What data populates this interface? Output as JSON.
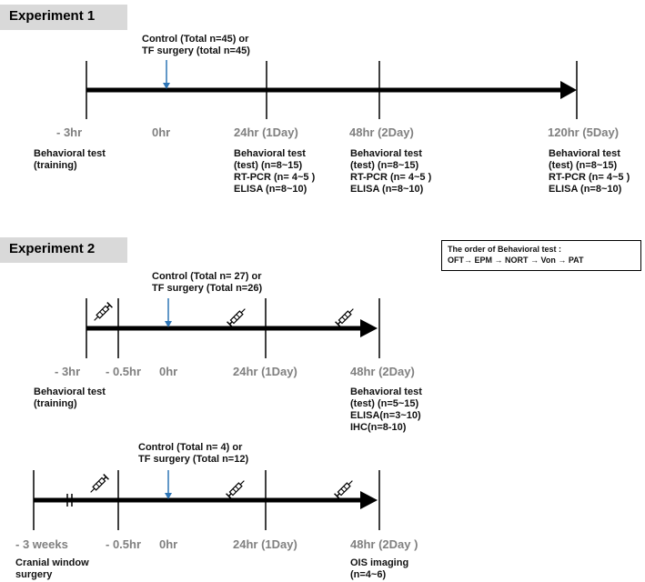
{
  "experiment1": {
    "badge": "Experiment 1",
    "surgery_label": [
      "Control (Total  n=45) or",
      "TF surgery (total n=45)"
    ],
    "ticks": [
      "- 3hr",
      "0hr",
      "24hr (1Day)",
      "48hr (2Day)",
      "120hr (5Day)"
    ],
    "notes": {
      "pre": [
        "Behavioral test",
        "(training)"
      ],
      "day1": [
        "Behavioral test",
        "(test) (n=8~15)",
        "RT-PCR (n= 4~5 )",
        "ELISA  (n=8~10)"
      ],
      "day2": [
        "Behavioral test",
        "(test) (n=8~15)",
        "RT-PCR (n= 4~5 )",
        "ELISA  (n=8~10)"
      ],
      "day5": [
        "Behavioral test",
        "(test) (n=8~15)",
        "RT-PCR (n= 4~5 )",
        "ELISA  (n=8~10)"
      ]
    }
  },
  "experiment2": {
    "badge": "Experiment 2",
    "order_box": [
      "The order of Behavioral test :",
      "OFT→ EPM → NORT → Von  →  PAT"
    ],
    "timeline_a": {
      "surgery_label": [
        "Control (Total  n= 27) or",
        "TF surgery (Total n=26)"
      ],
      "ticks": [
        "- 3hr",
        "- 0.5hr",
        "0hr",
        "24hr (1Day)",
        "48hr (2Day)"
      ],
      "notes": {
        "pre": [
          "Behavioral test",
          "(training)"
        ],
        "end": [
          "Behavioral test",
          "(test) (n=5~15)",
          "ELISA(n=3~10)",
          "IHC(n=8-10)"
        ]
      }
    },
    "timeline_b": {
      "surgery_label": [
        "Control (Total n= 4) or",
        "TF surgery (Total n=12)"
      ],
      "ticks": [
        "- 3 weeks",
        "- 0.5hr",
        "0hr",
        "24hr (1Day)",
        "48hr (2Day )"
      ],
      "notes": {
        "pre": [
          "Cranial window",
          "surgery"
        ],
        "end": [
          "OIS imaging",
          "(n=4~6)"
        ]
      }
    }
  },
  "colors": {
    "arrow_blue": "#2e75b6",
    "tick_gray": "#808080",
    "badge_bg": "#d9d9d9"
  },
  "icons": {
    "injection": "syringe-icon"
  }
}
